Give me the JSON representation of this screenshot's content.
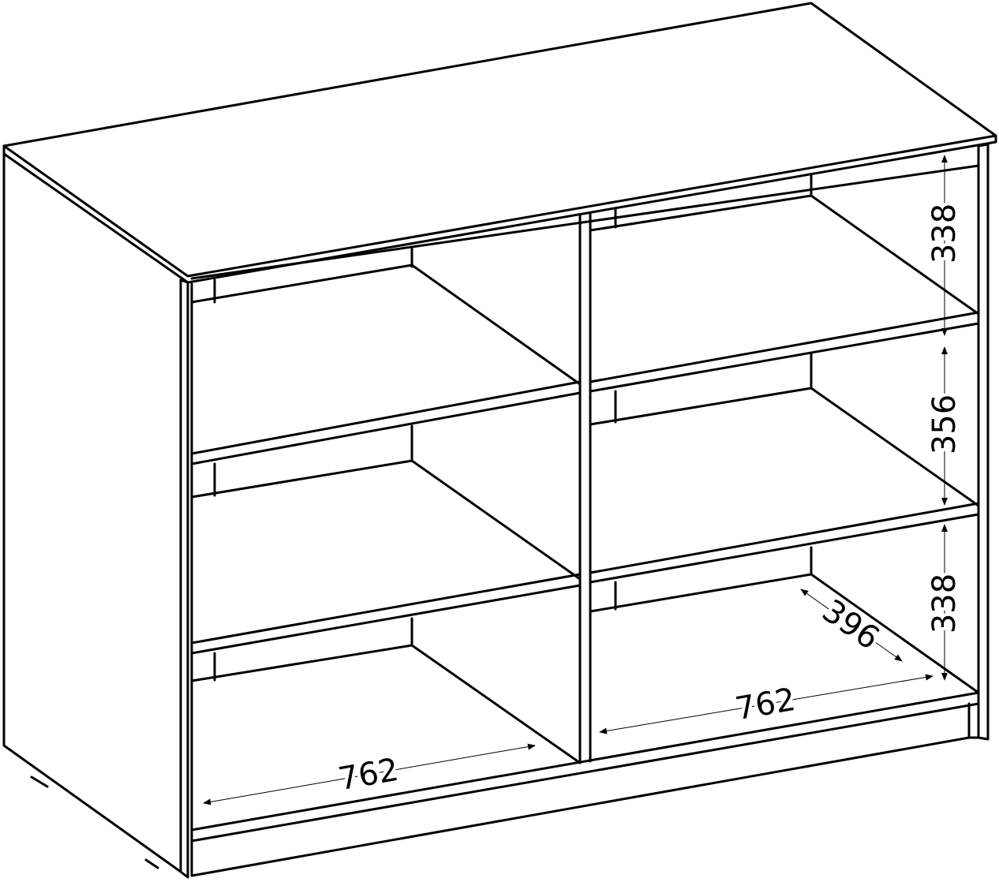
{
  "diagram": {
    "line_color": "#000000",
    "background": "#ffffff",
    "dimensions": {
      "left_width": "762",
      "right_width": "762",
      "depth": "396",
      "height_top": "338",
      "height_middle": "356",
      "height_bottom": "338"
    }
  }
}
